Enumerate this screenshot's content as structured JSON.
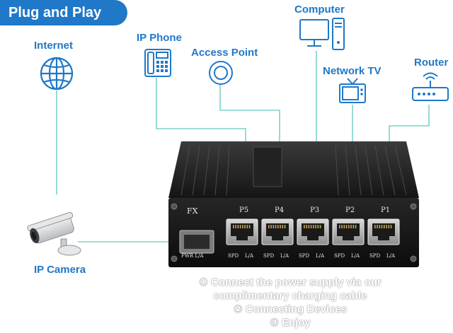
{
  "banner": {
    "title": "Plug and Play"
  },
  "devices": {
    "internet": "Internet",
    "ip_phone": "IP Phone",
    "access_point": "Access Point",
    "computer": "Computer",
    "network_tv": "Network TV",
    "router": "Router",
    "ip_camera": "IP Camera"
  },
  "switch": {
    "fiber_label": "FX",
    "ports": [
      "P5",
      "P4",
      "P3",
      "P2",
      "P1"
    ],
    "port_led_labels": [
      "SPD",
      "L/A"
    ],
    "fiber_led_labels": "PWR L/A"
  },
  "steps": [
    "① Connect the power supply via our",
    "complimentary charging cable",
    "② Connecting Devices",
    "③ Enjoy"
  ],
  "colors": {
    "brand_blue": "#1f78c8",
    "wire": "#7ed0cc",
    "switch_body": "#1c1c1c"
  }
}
